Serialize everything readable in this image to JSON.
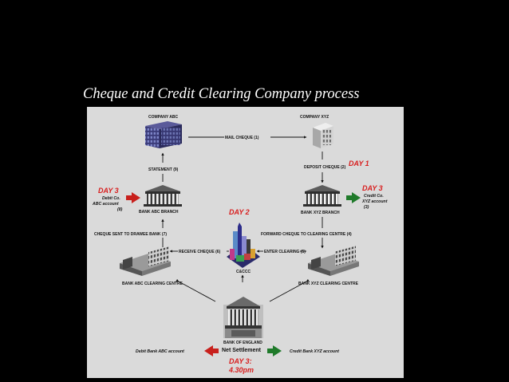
{
  "title": "Cheque and Credit Clearing Company process",
  "colors": {
    "background": "#000000",
    "panel": "#dadada",
    "day_label": "#d81e1e",
    "debit_arrow": "#c8201c",
    "credit_arrow": "#1f7a2a",
    "flow_arrow": "#111111"
  },
  "nodes": {
    "company_abc": "COMPANY ABC",
    "company_xyz": "COMPANY XYZ",
    "bank_abc_branch": "BANK ABC BRANCH",
    "bank_xyz_branch": "BANK XYZ BRANCH",
    "bank_abc_clearing": "BANK ABC CLEARING CENTRE",
    "bank_xyz_clearing": "BANK XYZ CLEARING CENTRE",
    "cacc": "C&CCC",
    "bank_of_england": "BANK OF ENGLAND",
    "net_settlement": "Net Settlement"
  },
  "steps": {
    "mail_cheque": "MAIL CHEQUE (1)",
    "deposit_cheque": "DEPOSIT CHEQUE (2)",
    "forward_cheque": "FORWARD CHEQUE TO CLEARING CENTRE (4)",
    "enter_clearing": "ENTER CLEARING (5)",
    "receive_cheque": "RECEIVE CHEQUE (6)",
    "sent_to_drawee": "CHEQUE SENT TO DRAWEE BANK (7)",
    "statement": "STATEMENT (9)"
  },
  "days": {
    "day1": "DAY 1",
    "day2": "DAY 2",
    "day3_left": "DAY 3",
    "day3_right": "DAY 3",
    "day3_bottom_1": "DAY 3:",
    "day3_bottom_2": "4.30pm"
  },
  "notes": {
    "debit_abc": [
      "Debit Co.",
      "ABC account",
      "(8)"
    ],
    "credit_xyz": [
      "Credit Co.",
      "XYZ account",
      "(3)"
    ],
    "debit_bank_abc": "Debit Bank ABC account",
    "credit_bank_xyz": "Credit Bank XYZ account"
  }
}
